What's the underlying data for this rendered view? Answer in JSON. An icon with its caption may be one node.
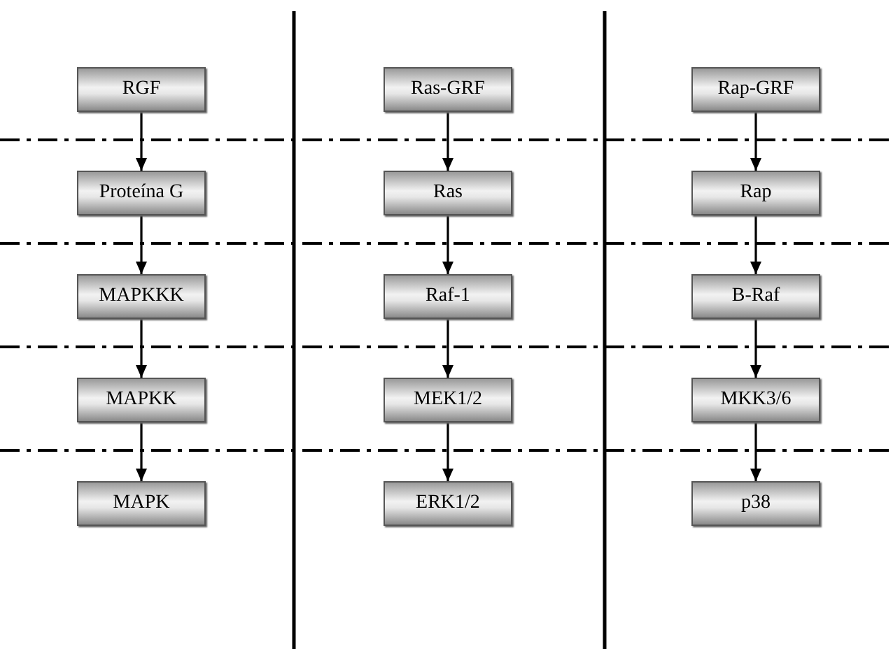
{
  "diagram": {
    "nodes": [
      {
        "text": [
          "RGF"
        ]
      },
      {
        "text": [
          "Ras-GRF"
        ]
      },
      {
        "text": [
          "Rap-GRF"
        ]
      },
      {
        "text": [
          "Proteína G"
        ]
      },
      {
        "text": [
          "Ras"
        ]
      },
      {
        "text": [
          "Rap"
        ]
      },
      {
        "text": [
          "MAPKKK"
        ]
      },
      {
        "text": [
          "Raf-1"
        ]
      },
      {
        "text": [
          "B-Raf"
        ]
      },
      {
        "text": [
          "MAPKK"
        ]
      },
      {
        "text": [
          "MEK1/2"
        ]
      },
      {
        "text": [
          "MKK3/6"
        ]
      },
      {
        "text": [
          "MAPK"
        ]
      },
      {
        "text": [
          "ERK1/2"
        ]
      },
      {
        "text": [
          "p38"
        ]
      }
    ],
    "edges": [
      {
        "from": 0,
        "to": 3,
        "arrow": "to"
      },
      {
        "from": 1,
        "to": 4,
        "arrow": "to"
      },
      {
        "from": 2,
        "to": 5,
        "arrow": "to"
      },
      {
        "from": 3,
        "to": 6,
        "arrow": "to"
      },
      {
        "from": 4,
        "to": 7,
        "arrow": "to"
      },
      {
        "from": 5,
        "to": 8,
        "arrow": "to"
      },
      {
        "from": 6,
        "to": 9,
        "arrow": "to"
      },
      {
        "from": 7,
        "to": 10,
        "arrow": "to"
      },
      {
        "from": 8,
        "to": 11,
        "arrow": "to"
      },
      {
        "from": 9,
        "to": 12,
        "arrow": "to"
      },
      {
        "from": 10,
        "to": 13,
        "arrow": "to"
      },
      {
        "from": 11,
        "to": 14,
        "arrow": "to"
      }
    ]
  }
}
